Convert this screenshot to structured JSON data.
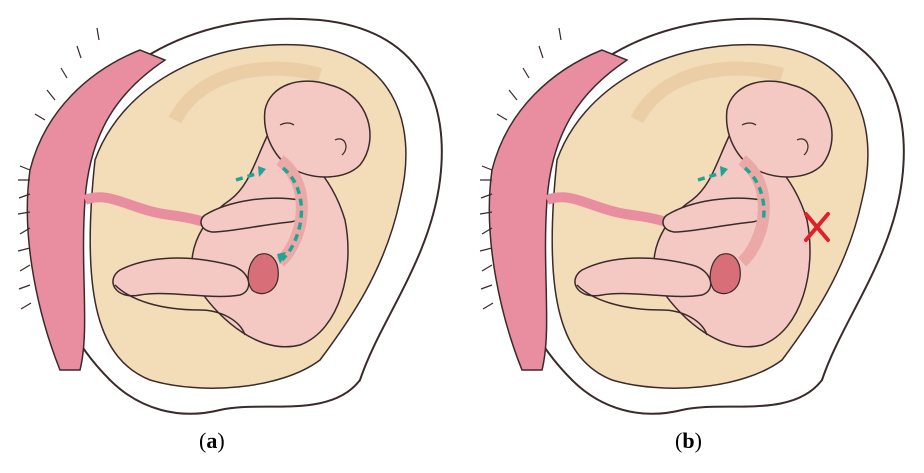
{
  "panels": [
    {
      "id": "a",
      "caption_open": "(",
      "caption_letter": "a",
      "caption_close": ")",
      "swallowing_blocked": false
    },
    {
      "id": "b",
      "caption_open": "(",
      "caption_letter": "b",
      "caption_close": ")",
      "swallowing_blocked": true
    }
  ],
  "colors": {
    "placenta": "#e88ea0",
    "amniotic_fluid": "#f3dcb8",
    "uterus_wall": "#ffffff",
    "skin": "#f4c9c4",
    "skin_shadow": "#eaa9a6",
    "gut": "#d86f78",
    "arrow": "#1fa596",
    "blockage": "#e0202a",
    "outline": "#3a2a2a"
  }
}
